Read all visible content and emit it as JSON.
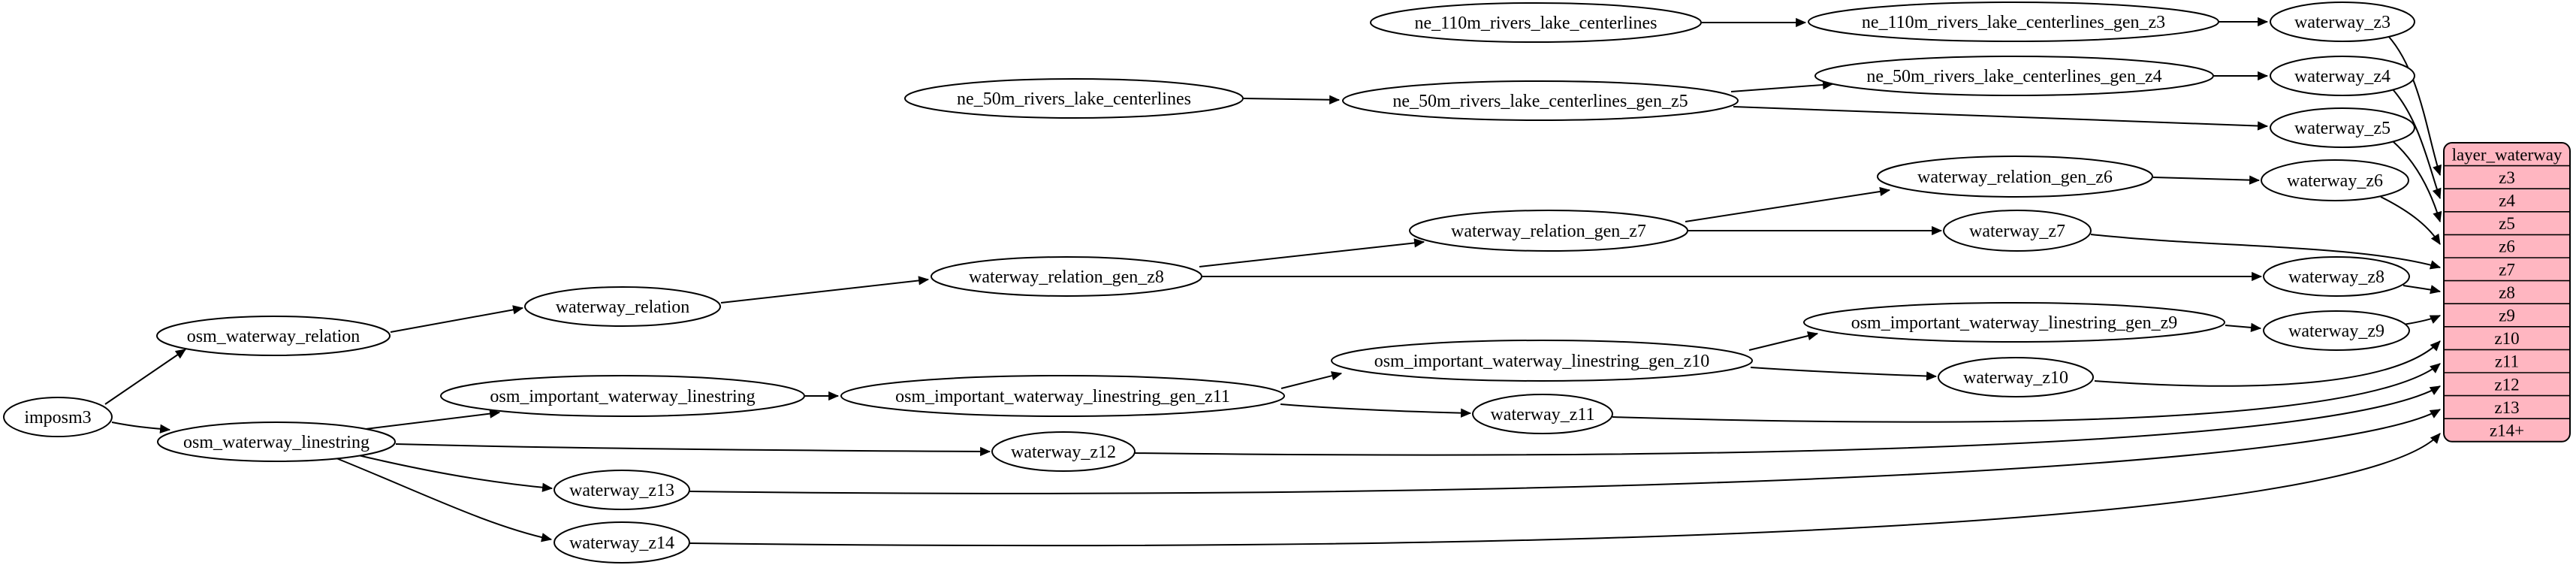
{
  "diagram": {
    "colors": {
      "background": "#ffffff",
      "node_fill": "#ffffff",
      "node_stroke": "#000000",
      "edge": "#000000",
      "table_fill": "#ffb6c1",
      "table_stroke": "#000000",
      "text": "#000000"
    },
    "nodes": [
      {
        "id": "imposm3",
        "label": "imposm3"
      },
      {
        "id": "osm_waterway_relation",
        "label": "osm_waterway_relation"
      },
      {
        "id": "osm_waterway_linestring",
        "label": "osm_waterway_linestring"
      },
      {
        "id": "waterway_relation",
        "label": "waterway_relation"
      },
      {
        "id": "waterway_relation_gen_z8",
        "label": "waterway_relation_gen_z8"
      },
      {
        "id": "waterway_relation_gen_z7",
        "label": "waterway_relation_gen_z7"
      },
      {
        "id": "waterway_relation_gen_z6",
        "label": "waterway_relation_gen_z6"
      },
      {
        "id": "osm_important_waterway_linestring",
        "label": "osm_important_waterway_linestring"
      },
      {
        "id": "osm_important_waterway_linestring_gen_z11",
        "label": "osm_important_waterway_linestring_gen_z11"
      },
      {
        "id": "osm_important_waterway_linestring_gen_z10",
        "label": "osm_important_waterway_linestring_gen_z10"
      },
      {
        "id": "osm_important_waterway_linestring_gen_z9",
        "label": "osm_important_waterway_linestring_gen_z9"
      },
      {
        "id": "ne_110m_rivers_lake_centerlines",
        "label": "ne_110m_rivers_lake_centerlines"
      },
      {
        "id": "ne_110m_rivers_lake_centerlines_gen_z3",
        "label": "ne_110m_rivers_lake_centerlines_gen_z3"
      },
      {
        "id": "ne_50m_rivers_lake_centerlines",
        "label": "ne_50m_rivers_lake_centerlines"
      },
      {
        "id": "ne_50m_rivers_lake_centerlines_gen_z5",
        "label": "ne_50m_rivers_lake_centerlines_gen_z5"
      },
      {
        "id": "ne_50m_rivers_lake_centerlines_gen_z4",
        "label": "ne_50m_rivers_lake_centerlines_gen_z4"
      },
      {
        "id": "waterway_z3",
        "label": "waterway_z3"
      },
      {
        "id": "waterway_z4",
        "label": "waterway_z4"
      },
      {
        "id": "waterway_z5",
        "label": "waterway_z5"
      },
      {
        "id": "waterway_z6",
        "label": "waterway_z6"
      },
      {
        "id": "waterway_z7",
        "label": "waterway_z7"
      },
      {
        "id": "waterway_z8",
        "label": "waterway_z8"
      },
      {
        "id": "waterway_z9",
        "label": "waterway_z9"
      },
      {
        "id": "waterway_z10",
        "label": "waterway_z10"
      },
      {
        "id": "waterway_z11",
        "label": "waterway_z11"
      },
      {
        "id": "waterway_z12",
        "label": "waterway_z12"
      },
      {
        "id": "waterway_z13",
        "label": "waterway_z13"
      },
      {
        "id": "waterway_z14",
        "label": "waterway_z14"
      }
    ],
    "edges": [
      {
        "from": "imposm3",
        "to": "osm_waterway_relation"
      },
      {
        "from": "imposm3",
        "to": "osm_waterway_linestring"
      },
      {
        "from": "osm_waterway_relation",
        "to": "waterway_relation"
      },
      {
        "from": "waterway_relation",
        "to": "waterway_relation_gen_z8"
      },
      {
        "from": "waterway_relation_gen_z8",
        "to": "waterway_relation_gen_z7"
      },
      {
        "from": "waterway_relation_gen_z8",
        "to": "waterway_z8"
      },
      {
        "from": "waterway_relation_gen_z7",
        "to": "waterway_relation_gen_z6"
      },
      {
        "from": "waterway_relation_gen_z7",
        "to": "waterway_z7"
      },
      {
        "from": "waterway_relation_gen_z6",
        "to": "waterway_z6"
      },
      {
        "from": "osm_waterway_linestring",
        "to": "osm_important_waterway_linestring"
      },
      {
        "from": "osm_waterway_linestring",
        "to": "waterway_z12"
      },
      {
        "from": "osm_waterway_linestring",
        "to": "waterway_z13"
      },
      {
        "from": "osm_waterway_linestring",
        "to": "waterway_z14"
      },
      {
        "from": "osm_important_waterway_linestring",
        "to": "osm_important_waterway_linestring_gen_z11"
      },
      {
        "from": "osm_important_waterway_linestring_gen_z11",
        "to": "osm_important_waterway_linestring_gen_z10"
      },
      {
        "from": "osm_important_waterway_linestring_gen_z11",
        "to": "waterway_z11"
      },
      {
        "from": "osm_important_waterway_linestring_gen_z10",
        "to": "osm_important_waterway_linestring_gen_z9"
      },
      {
        "from": "osm_important_waterway_linestring_gen_z10",
        "to": "waterway_z10"
      },
      {
        "from": "osm_important_waterway_linestring_gen_z9",
        "to": "waterway_z9"
      },
      {
        "from": "ne_110m_rivers_lake_centerlines",
        "to": "ne_110m_rivers_lake_centerlines_gen_z3"
      },
      {
        "from": "ne_110m_rivers_lake_centerlines_gen_z3",
        "to": "waterway_z3"
      },
      {
        "from": "ne_50m_rivers_lake_centerlines",
        "to": "ne_50m_rivers_lake_centerlines_gen_z5"
      },
      {
        "from": "ne_50m_rivers_lake_centerlines_gen_z5",
        "to": "ne_50m_rivers_lake_centerlines_gen_z4"
      },
      {
        "from": "ne_50m_rivers_lake_centerlines_gen_z5",
        "to": "waterway_z5"
      },
      {
        "from": "ne_50m_rivers_lake_centerlines_gen_z4",
        "to": "waterway_z4"
      },
      {
        "from": "waterway_z3",
        "to": "row_z3"
      },
      {
        "from": "waterway_z4",
        "to": "row_z4"
      },
      {
        "from": "waterway_z5",
        "to": "row_z5"
      },
      {
        "from": "waterway_z6",
        "to": "row_z6"
      },
      {
        "from": "waterway_z7",
        "to": "row_z7"
      },
      {
        "from": "waterway_z8",
        "to": "row_z8"
      },
      {
        "from": "waterway_z9",
        "to": "row_z9"
      },
      {
        "from": "waterway_z10",
        "to": "row_z10"
      },
      {
        "from": "waterway_z11",
        "to": "row_z11"
      },
      {
        "from": "waterway_z12",
        "to": "row_z12"
      },
      {
        "from": "waterway_z13",
        "to": "row_z13"
      },
      {
        "from": "waterway_z14",
        "to": "row_z14+"
      }
    ],
    "table": {
      "title": "layer_waterway",
      "rows": [
        "z3",
        "z4",
        "z5",
        "z6",
        "z7",
        "z8",
        "z9",
        "z10",
        "z11",
        "z12",
        "z13",
        "z14+"
      ]
    }
  }
}
